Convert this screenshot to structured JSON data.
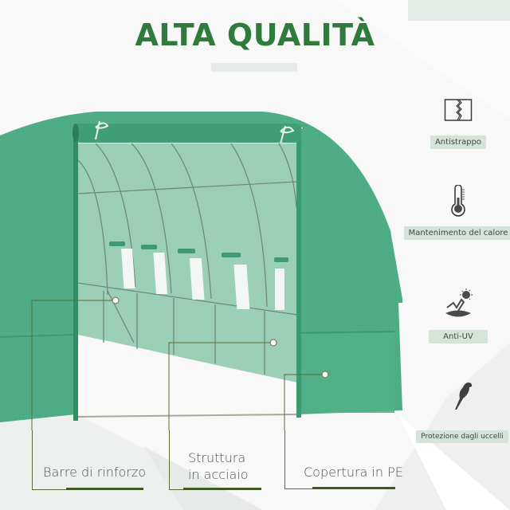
{
  "header": {
    "title": "ALTA QUALITÀ"
  },
  "colors": {
    "title_green": "#2e7b3c",
    "greenhouse_green": "#4fb08a",
    "label_bg": "#d5e3d9",
    "callout_line": "#5e6a37",
    "callout_underline": "#3f5a1f"
  },
  "features": [
    {
      "icon": "torn-fabric-icon",
      "label": "Antistrappo"
    },
    {
      "icon": "thermometer-icon",
      "label": "Mantenimento del calore"
    },
    {
      "icon": "sun-uv-icon",
      "label": "Anti-UV"
    },
    {
      "icon": "bird-icon",
      "label": "Protezione dagli uccelli"
    }
  ],
  "callouts": [
    {
      "line1": "Barre di rinforzo",
      "line2": ""
    },
    {
      "line1": "Struttura",
      "line2": "in acciaio"
    },
    {
      "line1": "Copertura in PE",
      "line2": ""
    }
  ],
  "image": {
    "subject": "green tunnel greenhouse with open door"
  }
}
